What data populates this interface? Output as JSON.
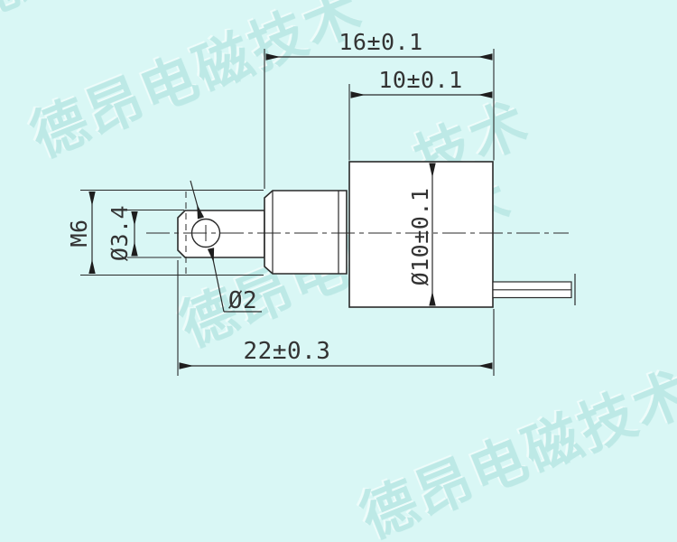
{
  "watermark": {
    "text": "德昂电磁技术",
    "fragment": "技术"
  },
  "dimensions": {
    "overall_top": "16±0.1",
    "body_width": "10±0.1",
    "overall_length": "22±0.3",
    "thread_spec": "M6",
    "clevis_od": "Ø3.4",
    "hole_dia": "Ø2",
    "body_dia": "Ø10±0.1"
  },
  "colors": {
    "background": "#d9f7f5",
    "watermark": "#b9e7e4",
    "watermark_highlight": "#f2fdfc",
    "line": "#2a2a2a",
    "dim_text": "#333333"
  }
}
